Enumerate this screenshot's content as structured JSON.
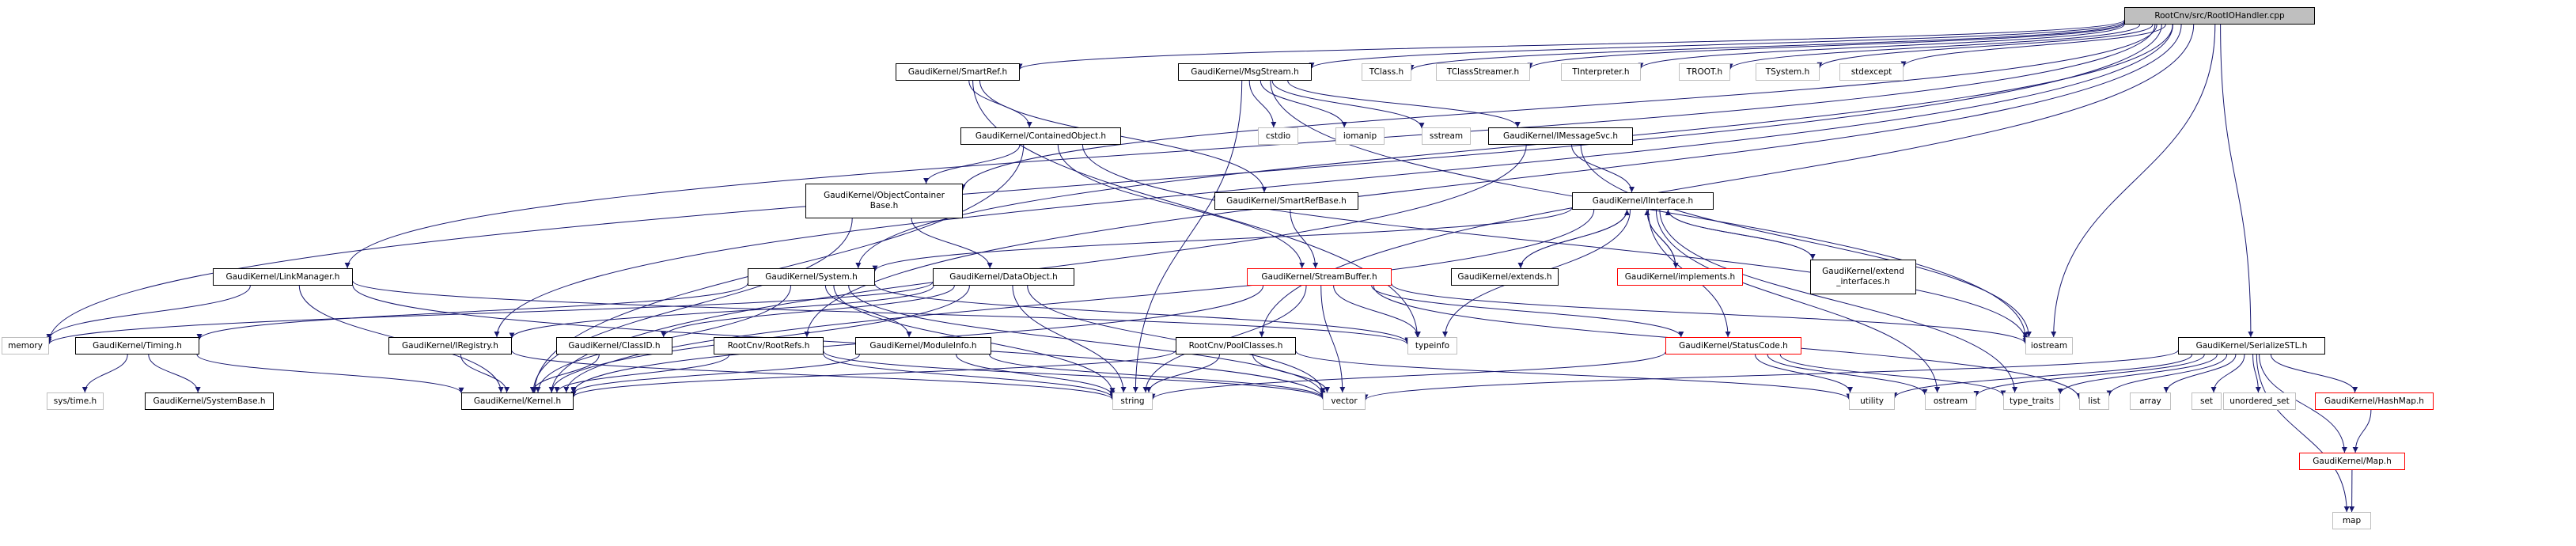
{
  "colors": {
    "edge": "#191970",
    "root_fill": "#bfbfbf",
    "normal_border": "#000000",
    "truncated_border": "#ff0000",
    "external_border": "#bfbfbf"
  },
  "nodes": [
    {
      "id": "root",
      "label": "RootCnv/src/RootIOHandler.cpp",
      "style": "root"
    },
    {
      "id": "smartref",
      "label": "GaudiKernel/SmartRef.h",
      "style": "normal"
    },
    {
      "id": "msgstream",
      "label": "GaudiKernel/MsgStream.h",
      "style": "normal"
    },
    {
      "id": "tclass",
      "label": "TClass.h",
      "style": "external"
    },
    {
      "id": "tclassstreamer",
      "label": "TClassStreamer.h",
      "style": "external"
    },
    {
      "id": "tinterpreter",
      "label": "TInterpreter.h",
      "style": "external"
    },
    {
      "id": "troot",
      "label": "TROOT.h",
      "style": "external"
    },
    {
      "id": "tsystem",
      "label": "TSystem.h",
      "style": "external"
    },
    {
      "id": "stdexcept",
      "label": "stdexcept",
      "style": "external"
    },
    {
      "id": "containedobject",
      "label": "GaudiKernel/ContainedObject.h",
      "style": "normal"
    },
    {
      "id": "cstdio",
      "label": "cstdio",
      "style": "external"
    },
    {
      "id": "iomanip",
      "label": "iomanip",
      "style": "external"
    },
    {
      "id": "sstream",
      "label": "sstream",
      "style": "external"
    },
    {
      "id": "imessagesvc",
      "label": "GaudiKernel/IMessageSvc.h",
      "style": "normal"
    },
    {
      "id": "objectcontainerbase",
      "label": "GaudiKernel/ObjectContainer\nBase.h",
      "style": "normal"
    },
    {
      "id": "smartrefbase",
      "label": "GaudiKernel/SmartRefBase.h",
      "style": "normal"
    },
    {
      "id": "iinterface",
      "label": "GaudiKernel/IInterface.h",
      "style": "normal"
    },
    {
      "id": "linkmanager",
      "label": "GaudiKernel/LinkManager.h",
      "style": "normal"
    },
    {
      "id": "system",
      "label": "GaudiKernel/System.h",
      "style": "normal"
    },
    {
      "id": "dataobject",
      "label": "GaudiKernel/DataObject.h",
      "style": "normal"
    },
    {
      "id": "streambuffer",
      "label": "GaudiKernel/StreamBuffer.h",
      "style": "truncated"
    },
    {
      "id": "extends",
      "label": "GaudiKernel/extends.h",
      "style": "normal"
    },
    {
      "id": "implements",
      "label": "GaudiKernel/implements.h",
      "style": "truncated"
    },
    {
      "id": "extend_interfaces",
      "label": "GaudiKernel/extend\n_interfaces.h",
      "style": "normal"
    },
    {
      "id": "memory",
      "label": "memory",
      "style": "external"
    },
    {
      "id": "timing",
      "label": "GaudiKernel/Timing.h",
      "style": "normal"
    },
    {
      "id": "iregistry",
      "label": "GaudiKernel/IRegistry.h",
      "style": "normal"
    },
    {
      "id": "classid",
      "label": "GaudiKernel/ClassID.h",
      "style": "normal"
    },
    {
      "id": "rootrefs",
      "label": "RootCnv/RootRefs.h",
      "style": "normal"
    },
    {
      "id": "moduleinfo",
      "label": "GaudiKernel/ModuleInfo.h",
      "style": "normal"
    },
    {
      "id": "poolclasses",
      "label": "RootCnv/PoolClasses.h",
      "style": "normal"
    },
    {
      "id": "typeinfo",
      "label": "typeinfo",
      "style": "external"
    },
    {
      "id": "statuscode",
      "label": "GaudiKernel/StatusCode.h",
      "style": "truncated"
    },
    {
      "id": "iostream",
      "label": "iostream",
      "style": "external"
    },
    {
      "id": "serializestl",
      "label": "GaudiKernel/SerializeSTL.h",
      "style": "normal"
    },
    {
      "id": "systime",
      "label": "sys/time.h",
      "style": "external"
    },
    {
      "id": "systembase",
      "label": "GaudiKernel/SystemBase.h",
      "style": "normal"
    },
    {
      "id": "kernel",
      "label": "GaudiKernel/Kernel.h",
      "style": "normal"
    },
    {
      "id": "string",
      "label": "string",
      "style": "external"
    },
    {
      "id": "vector",
      "label": "vector",
      "style": "external"
    },
    {
      "id": "utility",
      "label": "utility",
      "style": "external"
    },
    {
      "id": "ostream",
      "label": "ostream",
      "style": "external"
    },
    {
      "id": "type_traits",
      "label": "type_traits",
      "style": "external"
    },
    {
      "id": "list",
      "label": "list",
      "style": "external"
    },
    {
      "id": "array",
      "label": "array",
      "style": "external"
    },
    {
      "id": "set",
      "label": "set",
      "style": "external"
    },
    {
      "id": "unordered_set",
      "label": "unordered_set",
      "style": "external"
    },
    {
      "id": "hashmap",
      "label": "GaudiKernel/HashMap.h",
      "style": "truncated"
    },
    {
      "id": "map_h",
      "label": "GaudiKernel/Map.h",
      "style": "truncated"
    },
    {
      "id": "map",
      "label": "map",
      "style": "external"
    }
  ],
  "edges": [
    [
      "root",
      "smartref"
    ],
    [
      "root",
      "msgstream"
    ],
    [
      "root",
      "tclass"
    ],
    [
      "root",
      "tclassstreamer"
    ],
    [
      "root",
      "tinterpreter"
    ],
    [
      "root",
      "troot"
    ],
    [
      "root",
      "tsystem"
    ],
    [
      "root",
      "stdexcept"
    ],
    [
      "root",
      "memory"
    ],
    [
      "root",
      "linkmanager"
    ],
    [
      "root",
      "iregistry"
    ],
    [
      "root",
      "rootrefs"
    ],
    [
      "root",
      "objectcontainerbase"
    ],
    [
      "root",
      "system"
    ],
    [
      "root",
      "poolclasses"
    ],
    [
      "root",
      "serializestl"
    ],
    [
      "root",
      "iostream"
    ],
    [
      "smartref",
      "containedobject"
    ],
    [
      "smartref",
      "smartrefbase"
    ],
    [
      "smartref",
      "typeinfo"
    ],
    [
      "msgstream",
      "cstdio"
    ],
    [
      "msgstream",
      "iomanip"
    ],
    [
      "msgstream",
      "sstream"
    ],
    [
      "msgstream",
      "imessagesvc"
    ],
    [
      "msgstream",
      "string"
    ],
    [
      "msgstream",
      "iostream"
    ],
    [
      "containedobject",
      "objectcontainerbase"
    ],
    [
      "containedobject",
      "streambuffer"
    ],
    [
      "containedobject",
      "kernel"
    ],
    [
      "containedobject",
      "iostream"
    ],
    [
      "imessagesvc",
      "iinterface"
    ],
    [
      "imessagesvc",
      "iostream"
    ],
    [
      "imessagesvc",
      "kernel"
    ],
    [
      "objectcontainerbase",
      "dataobject"
    ],
    [
      "objectcontainerbase",
      "kernel"
    ],
    [
      "smartrefbase",
      "streambuffer"
    ],
    [
      "iinterface",
      "system"
    ],
    [
      "iinterface",
      "extends"
    ],
    [
      "iinterface",
      "implements"
    ],
    [
      "iinterface",
      "extend_interfaces"
    ],
    [
      "iinterface",
      "statuscode"
    ],
    [
      "iinterface",
      "ostream"
    ],
    [
      "iinterface",
      "type_traits"
    ],
    [
      "iinterface",
      "typeinfo"
    ],
    [
      "iinterface",
      "kernel"
    ],
    [
      "extends",
      "iinterface"
    ],
    [
      "implements",
      "iinterface"
    ],
    [
      "extend_interfaces",
      "iinterface"
    ],
    [
      "linkmanager",
      "memory"
    ],
    [
      "linkmanager",
      "kernel"
    ],
    [
      "linkmanager",
      "typeinfo"
    ],
    [
      "linkmanager",
      "vector"
    ],
    [
      "system",
      "timing"
    ],
    [
      "system",
      "moduleinfo"
    ],
    [
      "system",
      "kernel"
    ],
    [
      "system",
      "string"
    ],
    [
      "system",
      "vector"
    ],
    [
      "system",
      "typeinfo"
    ],
    [
      "dataobject",
      "classid"
    ],
    [
      "dataobject",
      "iregistry"
    ],
    [
      "dataobject",
      "kernel"
    ],
    [
      "dataobject",
      "string"
    ],
    [
      "dataobject",
      "vector"
    ],
    [
      "dataobject",
      "memory"
    ],
    [
      "streambuffer",
      "typeinfo"
    ],
    [
      "streambuffer",
      "string"
    ],
    [
      "streambuffer",
      "vector"
    ],
    [
      "streambuffer",
      "list"
    ],
    [
      "streambuffer",
      "iostream"
    ],
    [
      "streambuffer",
      "kernel"
    ],
    [
      "streambuffer",
      "statuscode"
    ],
    [
      "timing",
      "kernel"
    ],
    [
      "timing",
      "systime"
    ],
    [
      "timing",
      "systembase"
    ],
    [
      "iregistry",
      "kernel"
    ],
    [
      "iregistry",
      "string"
    ],
    [
      "classid",
      "kernel"
    ],
    [
      "rootrefs",
      "kernel"
    ],
    [
      "rootrefs",
      "string"
    ],
    [
      "rootrefs",
      "vector"
    ],
    [
      "moduleinfo",
      "kernel"
    ],
    [
      "moduleinfo",
      "string"
    ],
    [
      "moduleinfo",
      "vector"
    ],
    [
      "poolclasses",
      "kernel"
    ],
    [
      "poolclasses",
      "string"
    ],
    [
      "poolclasses",
      "vector"
    ],
    [
      "poolclasses",
      "utility"
    ],
    [
      "statuscode",
      "utility"
    ],
    [
      "statuscode",
      "ostream"
    ],
    [
      "statuscode",
      "type_traits"
    ],
    [
      "statuscode",
      "string"
    ],
    [
      "serializestl",
      "vector"
    ],
    [
      "serializestl",
      "utility"
    ],
    [
      "serializestl",
      "ostream"
    ],
    [
      "serializestl",
      "type_traits"
    ],
    [
      "serializestl",
      "list"
    ],
    [
      "serializestl",
      "array"
    ],
    [
      "serializestl",
      "set"
    ],
    [
      "serializestl",
      "unordered_set"
    ],
    [
      "serializestl",
      "hashmap"
    ],
    [
      "serializestl",
      "map_h"
    ],
    [
      "serializestl",
      "map"
    ],
    [
      "hashmap",
      "map_h"
    ],
    [
      "map_h",
      "map"
    ]
  ]
}
